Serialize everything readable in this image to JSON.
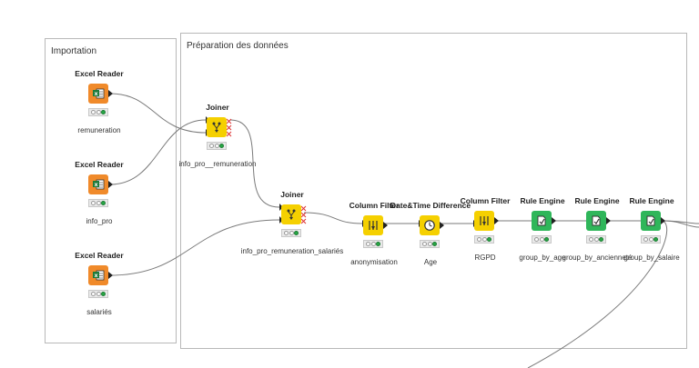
{
  "annotations": {
    "importation": "Importation",
    "preparation": "Préparation des données"
  },
  "nodes": {
    "excel_reader_1": {
      "title": "Excel Reader",
      "label": "remuneration",
      "icon": "excel-reader-icon"
    },
    "excel_reader_2": {
      "title": "Excel Reader",
      "label": "info_pro",
      "icon": "excel-reader-icon"
    },
    "excel_reader_3": {
      "title": "Excel Reader",
      "label": "salariés",
      "icon": "excel-reader-icon"
    },
    "joiner_1": {
      "title": "Joiner",
      "label": "info_pro__remuneration",
      "icon": "joiner-icon"
    },
    "joiner_2": {
      "title": "Joiner",
      "label": "info_pro_remuneration_salariés",
      "icon": "joiner-icon"
    },
    "column_filter_1": {
      "title": "Column Filter",
      "label": "anonymisation",
      "icon": "column-filter-icon"
    },
    "datetime_diff": {
      "title": "Date&Time Difference",
      "label": "Age",
      "icon": "clock-icon"
    },
    "column_filter_2": {
      "title": "Column Filter",
      "label": "RGPD",
      "icon": "column-filter-icon"
    },
    "rule_engine_1": {
      "title": "Rule Engine",
      "label": "group_by_age",
      "icon": "rule-engine-icon"
    },
    "rule_engine_2": {
      "title": "Rule Engine",
      "label": "group_by_ancienneté",
      "icon": "rule-engine-icon"
    },
    "rule_engine_3": {
      "title": "Rule Engine",
      "label": "group_by_salaire",
      "icon": "rule-engine-icon"
    }
  },
  "colors": {
    "reader": "#f08a2a",
    "manipulator": "#f5d000",
    "rule_engine": "#2fb65a",
    "status_ok": "#28a745",
    "wire": "#7a7a7a"
  }
}
